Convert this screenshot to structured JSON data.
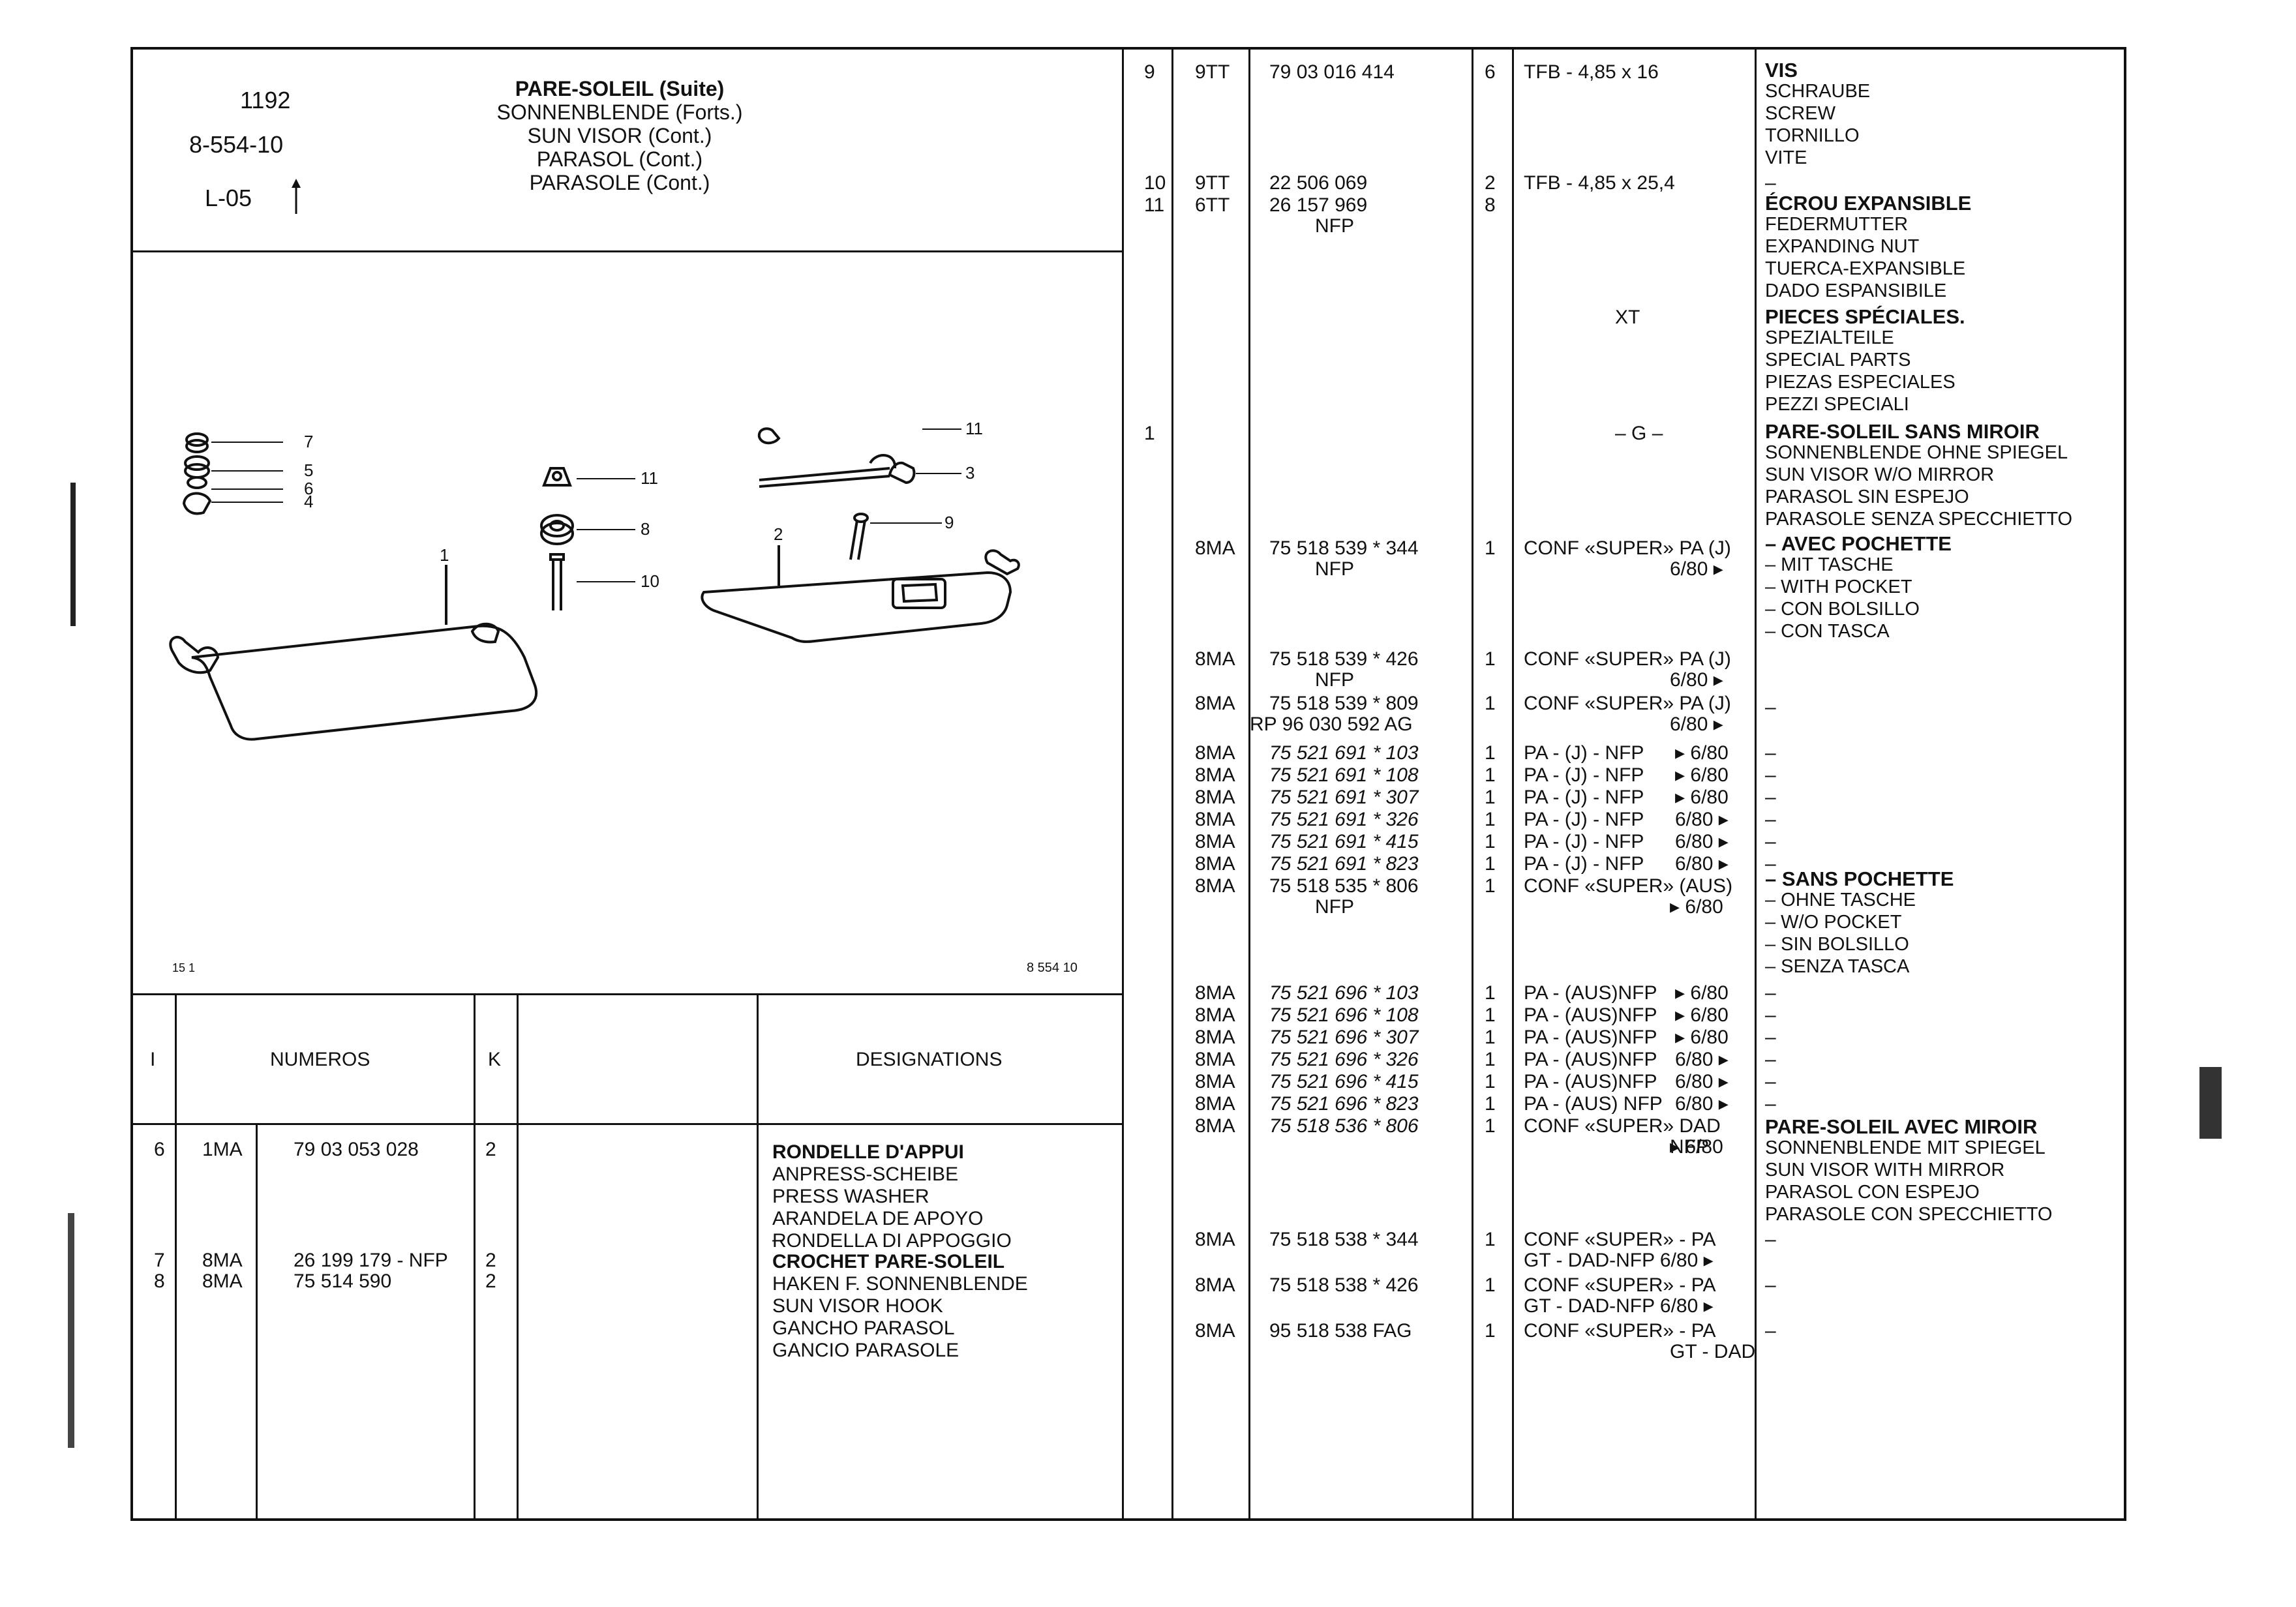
{
  "header": {
    "page_number": "1192",
    "ref": "8-554-10",
    "model": "L-05",
    "titles": [
      "PARE-SOLEIL (Suite)",
      "SONNENBLENDE (Forts.)",
      "SUN VISOR (Cont.)",
      "PARASOL (Cont.)",
      "PARASOLE (Cont.)"
    ]
  },
  "figure": {
    "left_code": "15 1",
    "right_code": "8 554 10",
    "callouts": [
      "7",
      "5",
      "6",
      "4",
      "1",
      "11",
      "8",
      "10",
      "2",
      "9",
      "3",
      "11"
    ]
  },
  "left_table": {
    "headers": {
      "index": "I",
      "numbers": "NUMEROS",
      "k": "K",
      "designations": "DESIGNATIONS"
    },
    "rows": [
      {
        "i": "6",
        "code": "1MA",
        "number": "79 03 053 028",
        "k": "2"
      },
      {
        "i": "7",
        "code": "8MA",
        "number": "26 199 179 - NFP",
        "k": "2"
      },
      {
        "i": "8",
        "code": "8MA",
        "number": "75 514 590",
        "k": "2"
      }
    ],
    "designations": [
      {
        "title": "RONDELLE D'APPUI",
        "lines": [
          "ANPRESS-SCHEIBE",
          "PRESS WASHER",
          "ARANDELA DE APOYO",
          "RONDELLA DI APPOGGIO"
        ]
      },
      {
        "title": "CROCHET PARE-SOLEIL",
        "dash": "–",
        "lines": [
          "HAKEN F. SONNENBLENDE",
          "SUN VISOR HOOK",
          "GANCHO PARASOL",
          "GANCIO PARASOLE"
        ]
      }
    ]
  },
  "right_table": {
    "rows": [
      {
        "i": "9",
        "code": "9TT",
        "number": "79 03 016 414",
        "k": "6",
        "spec": "TFB - 4,85 x 16"
      },
      {
        "i": "10",
        "code": "9TT",
        "number": "22 506 069",
        "k": "2",
        "spec": "TFB - 4,85 x 25,4"
      },
      {
        "i": "11",
        "code": "6TT",
        "number": "26 157 969",
        "number2": "NFP",
        "k": "8"
      },
      {
        "marker": "XT"
      },
      {
        "i": "1",
        "marker": "– G –"
      },
      {
        "code": "8MA",
        "number": "75 518 539 * 344",
        "number2": "NFP",
        "k": "1",
        "spec": "CONF «SUPER» PA (J)",
        "spec2": "6/80 ▸"
      },
      {
        "code": "8MA",
        "number": "75 518 539 * 426",
        "number2": "NFP",
        "k": "1",
        "spec": "CONF «SUPER» PA (J)",
        "spec2": "6/80 ▸"
      },
      {
        "code": "8MA",
        "number": "75 518 539 * 809",
        "number2": "RP 96 030 592 AG",
        "k": "1",
        "spec": "CONF «SUPER» PA (J)",
        "spec2": "6/80 ▸"
      },
      {
        "code": "8MA",
        "number": "75 521 691 * 103",
        "k": "1",
        "spec": "PA - (J) - NFP",
        "date": "▸ 6/80"
      },
      {
        "code": "8MA",
        "number": "75 521 691 * 108",
        "k": "1",
        "spec": "PA - (J) - NFP",
        "date": "▸ 6/80"
      },
      {
        "code": "8MA",
        "number": "75 521 691 * 307",
        "k": "1",
        "spec": "PA - (J) - NFP",
        "date": "▸ 6/80"
      },
      {
        "code": "8MA",
        "number": "75 521 691 * 326",
        "k": "1",
        "spec": "PA - (J) - NFP",
        "date": "6/80 ▸"
      },
      {
        "code": "8MA",
        "number": "75 521 691 * 415",
        "k": "1",
        "spec": "PA - (J) - NFP",
        "date": "6/80 ▸"
      },
      {
        "code": "8MA",
        "number": "75 521 691 * 823",
        "k": "1",
        "spec": "PA - (J) - NFP",
        "date": "6/80 ▸"
      },
      {
        "code": "8MA",
        "number": "75 518 535 * 806",
        "number2": "NFP",
        "k": "1",
        "spec": "CONF «SUPER» (AUS)",
        "spec2": "▸ 6/80"
      },
      {
        "code": "8MA",
        "number": "75 521 696 * 103",
        "k": "1",
        "spec": "PA - (AUS)NFP",
        "date": "▸ 6/80"
      },
      {
        "code": "8MA",
        "number": "75 521 696 * 108",
        "k": "1",
        "spec": "PA - (AUS)NFP",
        "date": "▸ 6/80"
      },
      {
        "code": "8MA",
        "number": "75 521 696 * 307",
        "k": "1",
        "spec": "PA - (AUS)NFP",
        "date": "▸ 6/80"
      },
      {
        "code": "8MA",
        "number": "75 521 696 * 326",
        "k": "1",
        "spec": "PA - (AUS)NFP",
        "date": "6/80 ▸"
      },
      {
        "code": "8MA",
        "number": "75 521 696 * 415",
        "k": "1",
        "spec": "PA - (AUS)NFP",
        "date": "6/80 ▸"
      },
      {
        "code": "8MA",
        "number": "75 521 696 * 823",
        "k": "1",
        "spec": "PA - (AUS) NFP",
        "date": "6/80 ▸"
      },
      {
        "code": "8MA",
        "number": "75 518 536 * 806",
        "k": "1",
        "spec": "CONF «SUPER» DAD",
        "spec2": "NFP",
        "spec3": "▸ 6/80"
      },
      {
        "code": "8MA",
        "number": "75 518 538 * 344",
        "k": "1",
        "spec": "CONF «SUPER» - PA",
        "spec2": "GT - DAD-NFP  6/80 ▸"
      },
      {
        "code": "8MA",
        "number": "75 518 538 * 426",
        "k": "1",
        "spec": "CONF «SUPER» - PA",
        "spec2": "GT - DAD-NFP  6/80 ▸"
      },
      {
        "code": "8MA",
        "number": "95 518 538 FAG",
        "k": "1",
        "spec": "CONF «SUPER» - PA",
        "spec2": "GT - DAD"
      }
    ],
    "designations": [
      {
        "title": "VIS",
        "lines": [
          "SCHRAUBE",
          "SCREW",
          "TORNILLO",
          "VITE"
        ]
      },
      {
        "title": "ÉCROU EXPANSIBLE",
        "dash": "–",
        "lines": [
          "FEDERMUTTER",
          "EXPANDING NUT",
          "TUERCA-EXPANSIBLE",
          "DADO ESPANSIBILE"
        ]
      },
      {
        "title": "PIECES SPÉCIALES.",
        "lines": [
          "SPEZIALTEILE",
          "SPECIAL PARTS",
          "PIEZAS ESPECIALES",
          "PEZZI SPECIALI"
        ]
      },
      {
        "title": "PARE-SOLEIL SANS MIROIR",
        "lines": [
          "SONNENBLENDE OHNE SPIEGEL",
          "SUN VISOR W/O MIRROR",
          "PARASOL SIN ESPEJO",
          "PARASOLE SENZA SPECCHIETTO"
        ]
      },
      {
        "title": "– AVEC POCHETTE",
        "lines": [
          "– MIT TASCHE",
          "– WITH POCKET",
          "– CON BOLSILLO",
          "– CON TASCA"
        ]
      },
      {
        "title": "– SANS POCHETTE",
        "lines": [
          "– OHNE TASCHE",
          "– W/O POCKET",
          "– SIN BOLSILLO",
          "– SENZA TASCA"
        ]
      },
      {
        "title": "PARE-SOLEIL AVEC MIROIR",
        "lines": [
          "SONNENBLENDE MIT SPIEGEL",
          "SUN VISOR WITH MIRROR",
          "PARASOL CON ESPEJO",
          "PARASOLE CON SPECCHIETTO"
        ]
      }
    ],
    "dash": "–"
  }
}
